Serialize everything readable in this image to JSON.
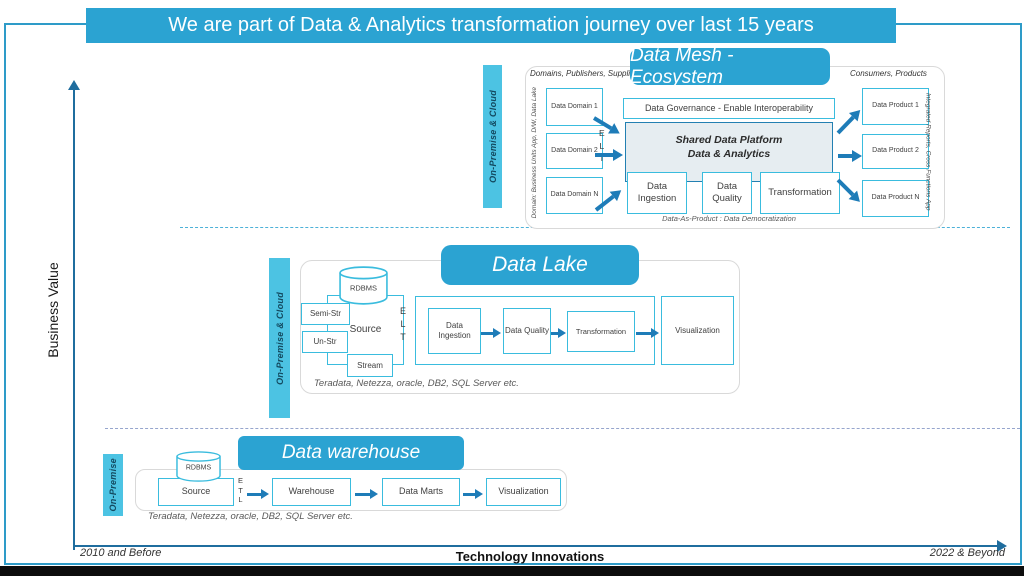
{
  "title": "We are part of Data & Analytics transformation journey over last 15 years",
  "axes": {
    "y_label": "Business Value",
    "x_label": "Technology Innovations",
    "x_left_label": "2010 and Before",
    "x_right_label": "2022 & Beyond"
  },
  "colors": {
    "accent_blue": "#2BA3D2",
    "env_bar_cyan": "#4CC3E3",
    "box_border_cyan": "#3ABCDE",
    "arrow_blue": "#1E7CB8",
    "axis_blue": "#1F6D9E",
    "platform_fill": "#E6EDF1",
    "platform_border": "#2380B2",
    "upper_dashed_line": "#4DB1D8",
    "lower_dashed_line": "#96A5CD",
    "slide_border": "#2E9BC8"
  },
  "warehouse": {
    "title": "Data warehouse",
    "env_label": "On-Premise",
    "cylinder_label": "RDBMS",
    "source_label": "Source",
    "etl_letters": [
      "E",
      "T",
      "L"
    ],
    "steps": [
      "Warehouse",
      "Data Marts",
      "Visualization"
    ],
    "caption": "Teradata, Netezza, oracle, DB2, SQL Server etc."
  },
  "lake": {
    "title": "Data Lake",
    "env_label": "On-Premise & Cloud",
    "cylinder_label": "RDBMS",
    "source_label": "Source",
    "source_types": [
      "Semi-Str",
      "Un-Str",
      "Stream"
    ],
    "elt_letters": [
      "E",
      "L",
      "T"
    ],
    "pipeline": [
      "Data Ingestion",
      "Data Quality",
      "Transformation"
    ],
    "visualization_label": "Visualization",
    "caption": "Teradata, Netezza, oracle, DB2, SQL Server etc."
  },
  "mesh": {
    "title": "Data Mesh - Ecosystem",
    "env_label": "On-Premise & Cloud",
    "publishers_label": "Domains, Publishers, Supplier",
    "domain_side_label": "Domain: Business Units App, D/W, Data Lake",
    "domains": [
      "Data Domain 1",
      "Data Domain 2",
      "Data Domain N"
    ],
    "elt_letters": [
      "E",
      "L",
      "T"
    ],
    "governance_label": "Data Governance - Enable Interoperability",
    "platform_title": "Shared Data Platform",
    "platform_subtitle": "Data & Analytics",
    "pipeline": [
      "Data Ingestion",
      "Data Quality",
      "Transformation"
    ],
    "product_caption": "Data-As-Product : Data Democratization",
    "consumers_label": "Consumers, Products",
    "products": [
      "Data Product 1",
      "Data Product 2",
      "Data Product N"
    ],
    "consumer_side_label": "Integrated Reports, Cross Functions App"
  }
}
